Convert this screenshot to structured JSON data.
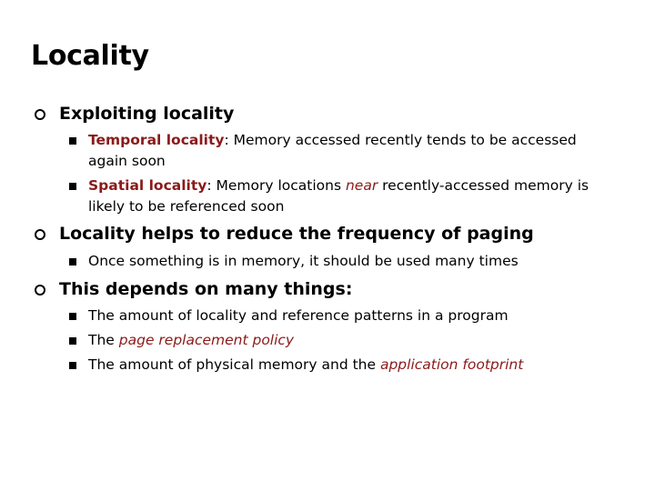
{
  "title": "Locality",
  "colors": {
    "highlight": "#8b1a1a",
    "text": "#000000",
    "background": "#ffffff"
  },
  "icons": {
    "level1": "circle-bullet-icon",
    "level2": "square-bullet-icon"
  },
  "bullets": [
    {
      "text": "Exploiting locality",
      "sub": [
        {
          "term": "Temporal locality",
          "rest": ": Memory accessed recently tends to be accessed again soon"
        },
        {
          "term": "Spatial locality",
          "mid": ": Memory locations ",
          "em": "near",
          "rest": " recently-accessed memory is likely to be referenced soon"
        }
      ]
    },
    {
      "text": "Locality helps to reduce the frequency of paging",
      "sub": [
        {
          "text": "Once something is in memory, it should be used many times"
        }
      ]
    },
    {
      "text": "This depends on many things:",
      "sub": [
        {
          "text": "The amount of locality and reference patterns in a program"
        },
        {
          "pre": "The ",
          "em": "page replacement policy"
        },
        {
          "pre": "The amount of physical memory and the ",
          "em": "application footprint"
        }
      ]
    }
  ]
}
